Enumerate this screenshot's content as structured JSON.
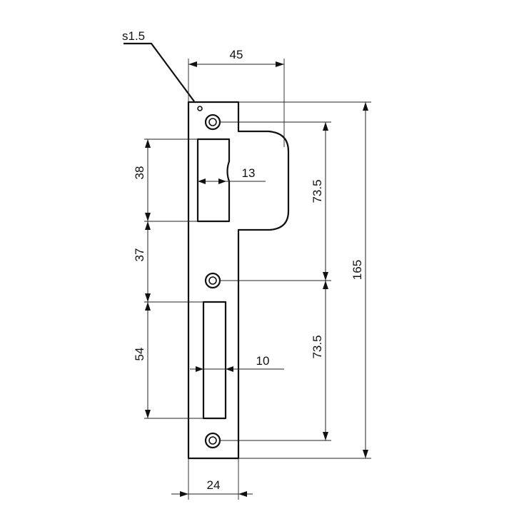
{
  "drawing": {
    "thickness_label": "s1.5",
    "dimensions": {
      "overall_width": "45",
      "plate_width": "24",
      "overall_height": "165",
      "hole_spacing_top": "73.5",
      "hole_spacing_bottom": "73.5",
      "upper_slot_height": "38",
      "slot_gap": "37",
      "lower_slot_height": "54",
      "upper_slot_width": "13",
      "lower_slot_width": "10"
    }
  }
}
